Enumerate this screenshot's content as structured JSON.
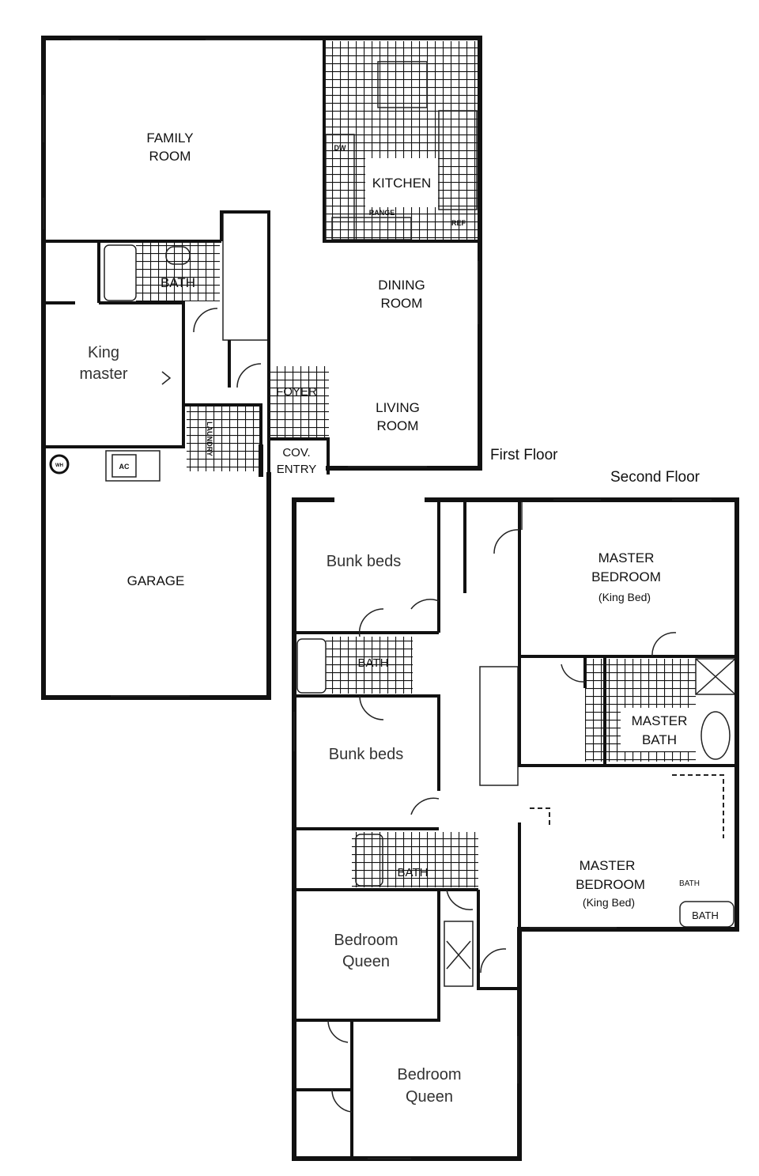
{
  "first_floor": {
    "title": "First Floor",
    "rooms": {
      "family_room": [
        "FAMILY",
        "ROOM"
      ],
      "kitchen": "KITCHEN",
      "dining_room": [
        "DINING",
        "ROOM"
      ],
      "living_room": [
        "LIVING",
        "ROOM"
      ],
      "foyer": "FOYER",
      "cov_entry": [
        "COV.",
        "ENTRY"
      ],
      "bath": "BATH",
      "king_master": [
        "King",
        "master"
      ],
      "laundry": "LAUNDRY",
      "garage": "GARAGE"
    },
    "fixtures": {
      "dw": "DW",
      "range": "RANGE",
      "ref": "REF",
      "ac": "AC",
      "wh": "WH"
    }
  },
  "second_floor": {
    "title": "Second Floor",
    "rooms": {
      "bunk_beds_1": "Bunk beds",
      "bath_1": "BATH",
      "bunk_beds_2": "Bunk beds",
      "bath_2": "BATH",
      "bedroom_queen_1": [
        "Bedroom",
        "Queen"
      ],
      "bedroom_queen_2": [
        "Bedroom",
        "Queen"
      ],
      "master_bedroom_1": [
        "MASTER",
        "BEDROOM",
        "(King Bed)"
      ],
      "master_bath": [
        "MASTER",
        "BATH"
      ],
      "master_bedroom_2": [
        "MASTER",
        "BEDROOM",
        "(King Bed)"
      ],
      "bath_small": "BATH",
      "bath_tub": "BATH"
    }
  }
}
